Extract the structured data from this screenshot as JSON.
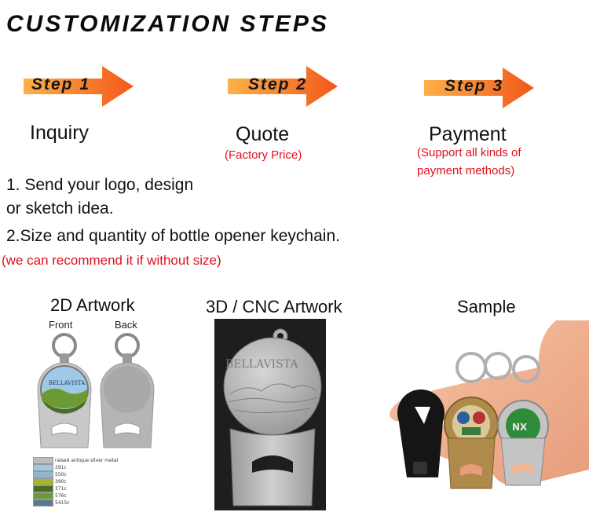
{
  "title": "CUSTOMIZATION STEPS",
  "steps": [
    {
      "label": "Step 1",
      "name": "Inquiry",
      "note": ""
    },
    {
      "label": "Step 2",
      "name": "Quote",
      "note": "(Factory Price)"
    },
    {
      "label": "Step 3",
      "name": "Payment",
      "note_line1": "(Support all kinds of",
      "note_line2": "payment methods)"
    }
  ],
  "requirements": {
    "item1_line1": "1. Send your logo, design",
    "item1_line2": "or sketch idea.",
    "item2": "2.Size and quantity of bottle opener keychain.",
    "note": "(we can recommend it if without size)"
  },
  "artwork2d": {
    "title": "2D Artwork",
    "front": "Front",
    "back": "Back",
    "logo_text": "BELLAVISTA",
    "colors": [
      {
        "label": "raised antique silver metal",
        "hex": "#bdbdbd"
      },
      {
        "label": "291c",
        "hex": "#9fc9e6"
      },
      {
        "label": "550c",
        "hex": "#8fb8cf"
      },
      {
        "label": "390c",
        "hex": "#a6b52a"
      },
      {
        "label": "371c",
        "hex": "#4b6b1e"
      },
      {
        "label": "576c",
        "hex": "#6e9a36"
      },
      {
        "label": "5415c",
        "hex": "#5c7a8e"
      }
    ]
  },
  "artwork3d": {
    "title": "3D / CNC Artwork",
    "logo_text": "BELLAVISTA"
  },
  "sample": {
    "title": "Sample"
  },
  "colors": {
    "accent_orange": "#f26b1d",
    "arrow_light": "#fcb04a",
    "note_red": "#e0101a"
  }
}
